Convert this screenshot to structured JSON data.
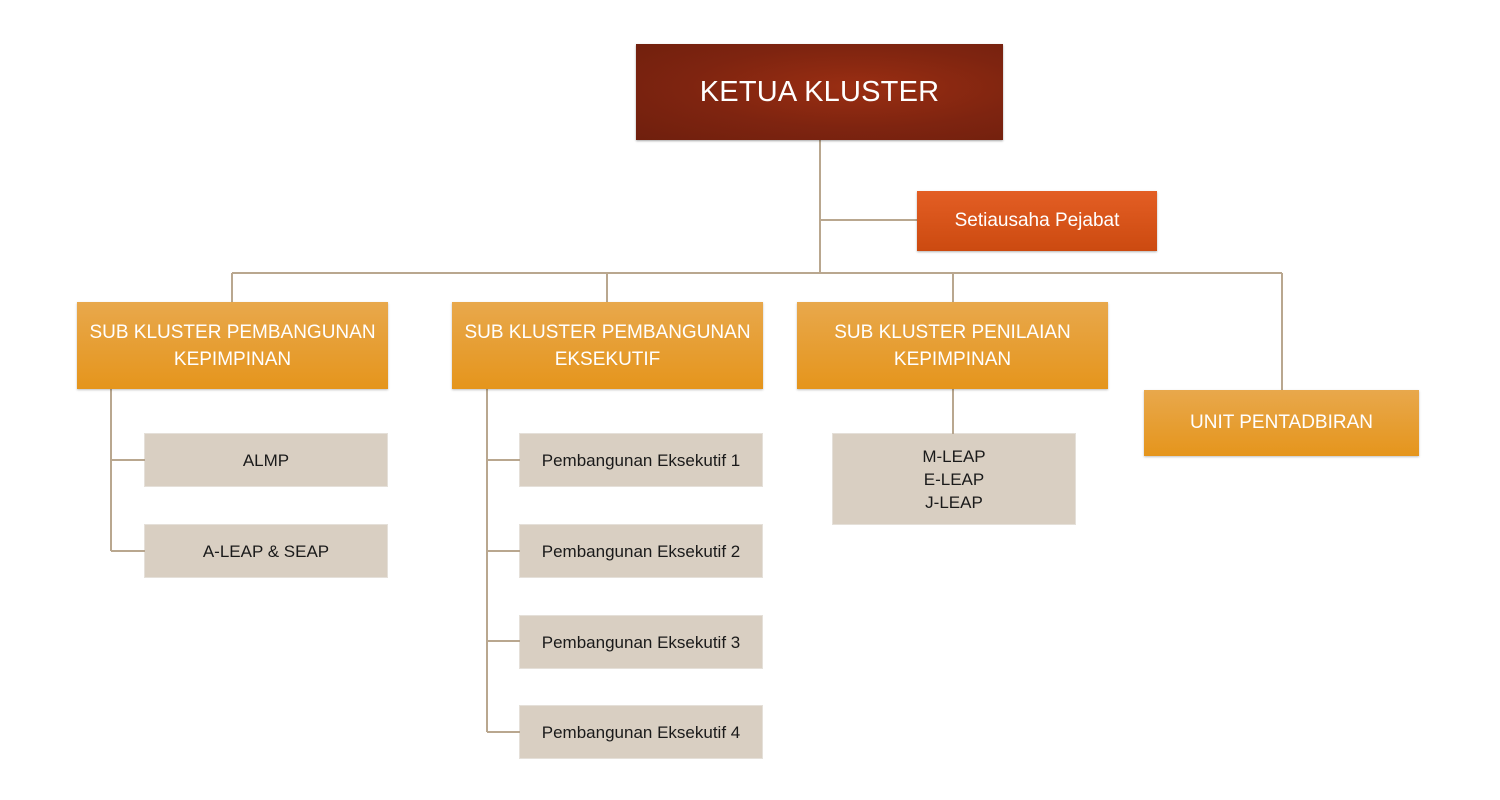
{
  "org_chart": {
    "head": {
      "label": "KETUA KLUSTER"
    },
    "assistant": {
      "label": "Setiausaha Pejabat"
    },
    "units": [
      {
        "label": "SUB KLUSTER PEMBANGUNAN\nKEPIMPINAN",
        "children": [
          "ALMP",
          "A-LEAP & SEAP"
        ]
      },
      {
        "label": "SUB KLUSTER PEMBANGUNAN\nEKSEKUTIF",
        "children": [
          "Pembangunan Eksekutif 1",
          "Pembangunan Eksekutif 2",
          "Pembangunan Eksekutif 3",
          "Pembangunan Eksekutif 4"
        ]
      },
      {
        "label": "SUB KLUSTER PENILAIAN\nKEPIMPINAN",
        "children": [
          "M-LEAP\nE-LEAP\nJ-LEAP"
        ]
      },
      {
        "label": "UNIT PENTADBIRAN",
        "children": []
      }
    ]
  },
  "colors": {
    "connector": "#b9a78f",
    "head": "#7e2410",
    "assistant": "#d5501a",
    "sub_cluster": "#e69c2c",
    "leaf": "#d9cfc2"
  }
}
